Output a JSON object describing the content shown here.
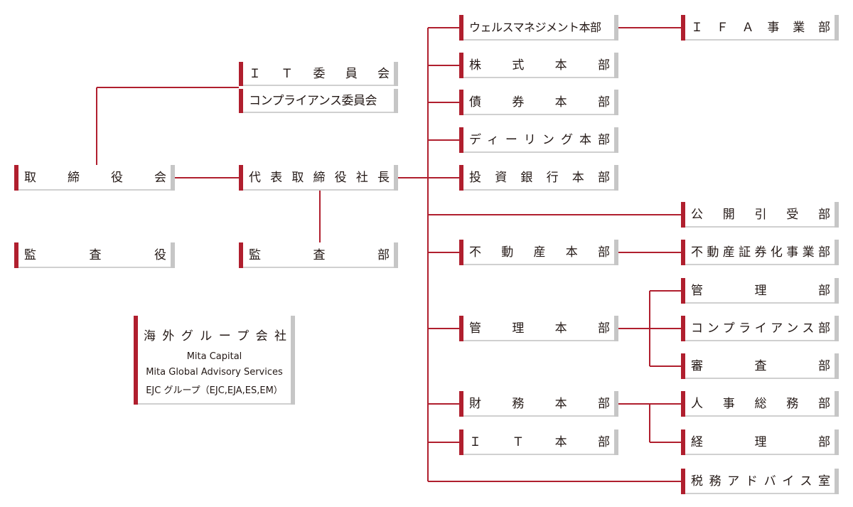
{
  "colors": {
    "accent": "#b01f2e",
    "shadow": "#c6c6c6",
    "line": "#b01f2e"
  },
  "left": {
    "board": "取　締　役　会",
    "auditor": "監　　　査　　　役",
    "it_committee": "Ｉ　Ｔ　委　員　会",
    "compliance_committee": "コンプライアンス委員会",
    "president": "代表取締役社長",
    "audit_dept": "監　　　査　　　部"
  },
  "overseas": {
    "title": "海外グループ会社",
    "lines": [
      "Mita Capital",
      "Mita Global Advisory Services",
      "EJC グループ（EJC,EJA,ES,EM）"
    ]
  },
  "divisions": {
    "wealth": "ウェルスマネジメント本部",
    "equity": "株　　式　　本　　部",
    "bond": "債　　券　　本　　部",
    "dealing": "ディーリング本部",
    "ib": "投資銀行本部",
    "real_estate": "不　動　産　本　部",
    "admin": "管　　理　　本　　部",
    "finance": "財　　務　　本　　部",
    "it": "Ｉ　　Ｔ　　本　　部"
  },
  "right": {
    "ifa": "ＩＦＡ事業部",
    "underwriting": "公　開　引　受　部",
    "re_securitization": "不動産証券化事業部",
    "mgmt": "管　　　理　　　部",
    "compliance": "コンプライアンス部",
    "review": "審　　　査　　　部",
    "hr": "人　事　総　務　部",
    "accounting": "経　　　理　　　部",
    "tax": "税務アドバイス室"
  }
}
